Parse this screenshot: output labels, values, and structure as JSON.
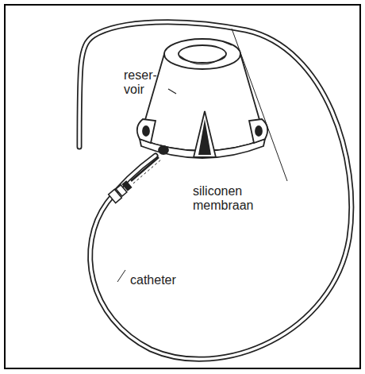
{
  "diagram": {
    "labels": [
      "reser- voir",
      "siliconen membraan",
      "catheter"
    ]
  }
}
